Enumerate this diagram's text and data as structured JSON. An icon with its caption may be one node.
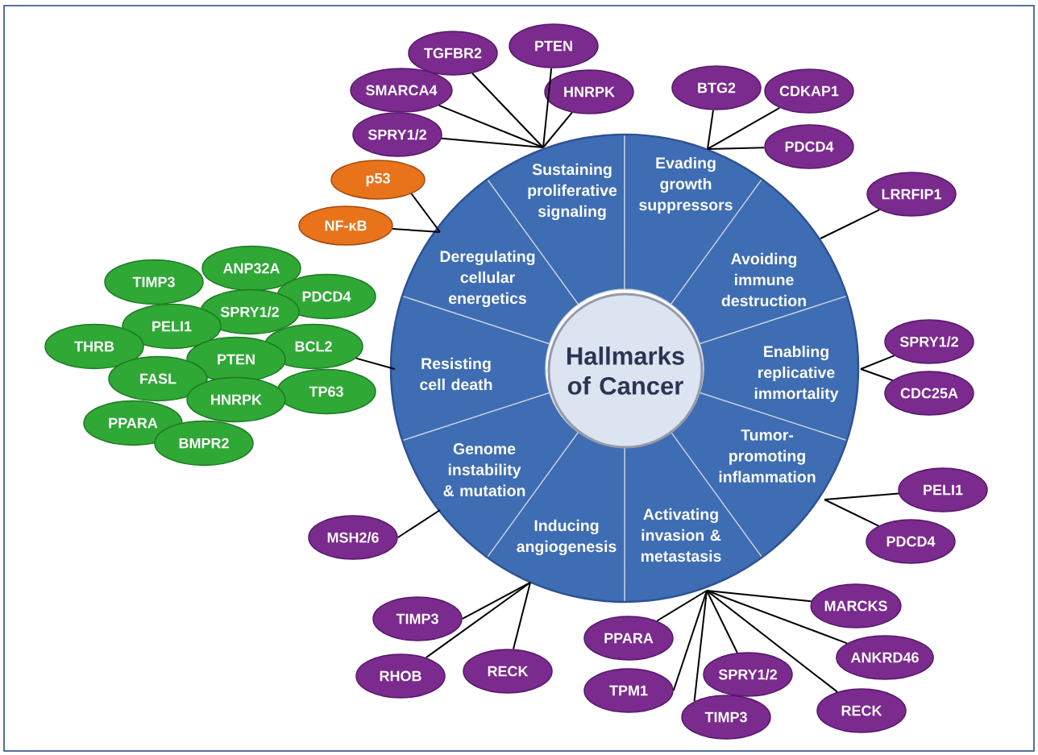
{
  "diagram": {
    "nodes": [
      {
        "text": [
          "Hallmarks of Cancer"
        ]
      },
      {
        "text": [
          "Sustaining proliferative signaling"
        ]
      },
      {
        "text": [
          "Evading growth suppressors"
        ]
      },
      {
        "text": [
          "Avoiding immune destruction"
        ]
      },
      {
        "text": [
          "Enabling replicative immortality"
        ]
      },
      {
        "text": [
          "Tumor-promoting inflammation"
        ]
      },
      {
        "text": [
          "Activating invasion & metastasis"
        ]
      },
      {
        "text": [
          "Inducing angiogenesis"
        ]
      },
      {
        "text": [
          "Genome instability & mutation"
        ]
      },
      {
        "text": [
          "Resisting cell death"
        ]
      },
      {
        "text": [
          "Deregulating cellular energetics"
        ]
      },
      {
        "text": [
          "TGFBR2"
        ]
      },
      {
        "text": [
          "PTEN"
        ]
      },
      {
        "text": [
          "SMARCA4"
        ]
      },
      {
        "text": [
          "HNRPK"
        ]
      },
      {
        "text": [
          "SPRY1/2"
        ]
      },
      {
        "text": [
          "BTG2"
        ]
      },
      {
        "text": [
          "CDKAP1"
        ]
      },
      {
        "text": [
          "PDCD4"
        ]
      },
      {
        "text": [
          "p53"
        ]
      },
      {
        "text": [
          "NF-κB"
        ]
      },
      {
        "text": [
          "LRRFIP1"
        ]
      },
      {
        "text": [
          "TIMP3"
        ]
      },
      {
        "text": [
          "ANP32A"
        ]
      },
      {
        "text": [
          "PDCD4"
        ]
      },
      {
        "text": [
          "SPRY1/2"
        ]
      },
      {
        "text": [
          "PELI1"
        ]
      },
      {
        "text": [
          "THRB"
        ]
      },
      {
        "text": [
          "BCL2"
        ]
      },
      {
        "text": [
          "PTEN"
        ]
      },
      {
        "text": [
          "FASL"
        ]
      },
      {
        "text": [
          "TP63"
        ]
      },
      {
        "text": [
          "HNRPK"
        ]
      },
      {
        "text": [
          "PPARA"
        ]
      },
      {
        "text": [
          "BMPR2"
        ]
      },
      {
        "text": [
          "SPRY1/2"
        ]
      },
      {
        "text": [
          "CDC25A"
        ]
      },
      {
        "text": [
          "PELI1"
        ]
      },
      {
        "text": [
          "PDCD4"
        ]
      },
      {
        "text": [
          "MSH2/6"
        ]
      },
      {
        "text": [
          "MARCKS"
        ]
      },
      {
        "text": [
          "PPARA"
        ]
      },
      {
        "text": [
          "TIMP3"
        ]
      },
      {
        "text": [
          "ANKRD46"
        ]
      },
      {
        "text": [
          "SPRY1/2"
        ]
      },
      {
        "text": [
          "RECK"
        ]
      },
      {
        "text": [
          "RHOB"
        ]
      },
      {
        "text": [
          "RECK"
        ]
      },
      {
        "text": [
          "TPM1"
        ]
      },
      {
        "text": [
          "TIMP3"
        ]
      }
    ],
    "edges": [
      {
        "from": 11,
        "to": 1,
        "arrow": "none"
      },
      {
        "from": 12,
        "to": 1,
        "arrow": "none"
      },
      {
        "from": 13,
        "to": 1,
        "arrow": "none"
      },
      {
        "from": 14,
        "to": 1,
        "arrow": "none"
      },
      {
        "from": 15,
        "to": 1,
        "arrow": "none"
      },
      {
        "from": 16,
        "to": 2,
        "arrow": "none"
      },
      {
        "from": 17,
        "to": 2,
        "arrow": "none"
      },
      {
        "from": 18,
        "to": 2,
        "arrow": "none"
      },
      {
        "from": 19,
        "to": 10,
        "arrow": "none"
      },
      {
        "from": 20,
        "to": 10,
        "arrow": "none"
      },
      {
        "from": 21,
        "to": 3,
        "arrow": "none"
      },
      {
        "from": 28,
        "to": 9,
        "arrow": "none"
      },
      {
        "from": 35,
        "to": 4,
        "arrow": "none"
      },
      {
        "from": 36,
        "to": 4,
        "arrow": "none"
      },
      {
        "from": 37,
        "to": 5,
        "arrow": "none"
      },
      {
        "from": 38,
        "to": 5,
        "arrow": "none"
      },
      {
        "from": 39,
        "to": 8,
        "arrow": "none"
      },
      {
        "from": 40,
        "to": 6,
        "arrow": "none"
      },
      {
        "from": 41,
        "to": 6,
        "arrow": "none"
      },
      {
        "from": 42,
        "to": 7,
        "arrow": "none"
      },
      {
        "from": 43,
        "to": 6,
        "arrow": "none"
      },
      {
        "from": 44,
        "to": 6,
        "arrow": "none"
      },
      {
        "from": 45,
        "to": 7,
        "arrow": "none"
      },
      {
        "from": 46,
        "to": 7,
        "arrow": "none"
      },
      {
        "from": 47,
        "to": 6,
        "arrow": "none"
      },
      {
        "from": 48,
        "to": 6,
        "arrow": "none"
      },
      {
        "from": 49,
        "to": 6,
        "arrow": "none"
      }
    ]
  }
}
